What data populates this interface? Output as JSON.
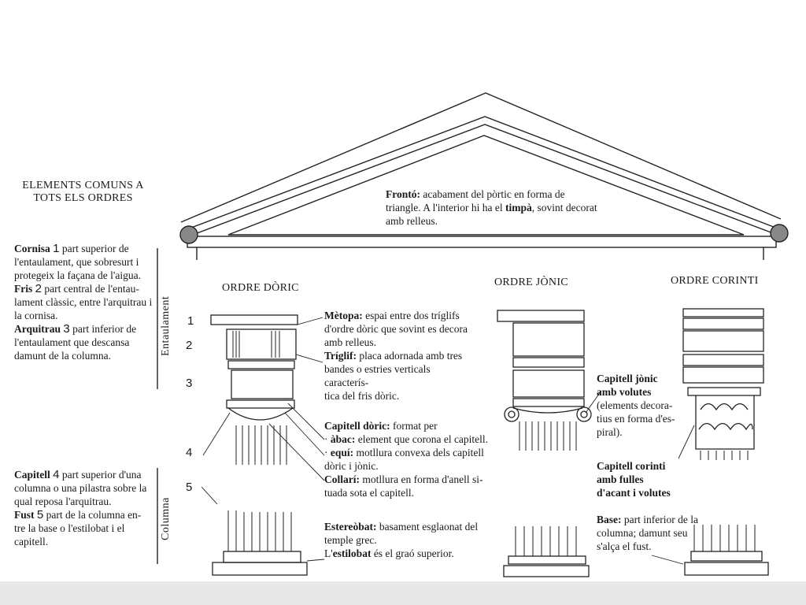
{
  "left": {
    "heading_line1": "ELEMENTS COMUNS A",
    "heading_line2": "TOTS ELS ORDRES",
    "cornisa": {
      "term": "Cornisa",
      "num": "1",
      "lines": [
        "part superior de",
        "l'entaulament, que sobresurt i",
        "protegeix la façana de l'aigua."
      ]
    },
    "fris": {
      "term": "Fris",
      "num": "2",
      "lines": [
        "part central de l'entau-",
        "lament clàssic, entre l'arquitrau i",
        "la cornisa."
      ]
    },
    "arquitrau": {
      "term": "Arquitrau",
      "num": "3",
      "lines": [
        "part inferior de",
        "l'entaulament que descansa",
        "damunt de la columna."
      ]
    },
    "capitell": {
      "term": "Capitell",
      "num": "4",
      "lines": [
        "part superior d'una",
        "columna o una pilastra sobre la",
        "qual reposa l'arquitrau."
      ]
    },
    "fust": {
      "term": "Fust",
      "num": "5",
      "lines": [
        "part de la columna en-",
        "tre la base o l'estilobat i el capitell."
      ]
    },
    "entaulament_label": "Entaulament",
    "columna_label": "Columna"
  },
  "numbers": [
    "1",
    "2",
    "3",
    "4",
    "5"
  ],
  "fronto": {
    "term": "Frontó:",
    "line1": "acabament del pòrtic en forma de",
    "line2_a": "triangle. A l'interior hi ha el ",
    "line2_b": "timpà",
    "line2_c": ", sovint decorat",
    "line3": "amb relleus."
  },
  "orders": {
    "doric": "ORDRE DÒRIC",
    "ionic": "ORDRE JÒNIC",
    "corinthian": "ORDRE CORINTI"
  },
  "metopa": {
    "term": "Mètopa:",
    "lines": [
      "espai entre dos tríglifs",
      "d'ordre dòric que sovint es decora",
      "amb relleus."
    ]
  },
  "triglif": {
    "term": "Tríglif:",
    "lines": [
      "placa adornada amb tres",
      "bandes o estries verticals caracterís-",
      "tica del fris dòric."
    ]
  },
  "capitell_doric": {
    "term": "Capitell dòric:",
    "rest": "format per",
    "abac_term": "àbac:",
    "abac_text": "element que corona el capitell.",
    "equi_term": "equí:",
    "equi_lines": [
      "motllura convexa dels capitell",
      "dòric i jònic."
    ]
  },
  "collari": {
    "term": "Collarí:",
    "lines": [
      "motllura en forma d'anell si-",
      "tuada sota el capitell."
    ]
  },
  "estereobat": {
    "term": "Estereòbat:",
    "lines": [
      "basament esglaonat del",
      "temple grec."
    ]
  },
  "estilobat": {
    "pre": "L'",
    "term": "estilobat",
    "rest": "és el graó superior."
  },
  "capitell_ionic": {
    "lines_bold": [
      "Capitell jònic",
      "amb volutes"
    ],
    "lines": [
      "(elements decora-",
      "tius en forma d'es-",
      "piral)."
    ]
  },
  "capitell_corinti": {
    "lines_bold": [
      "Capitell corinti",
      "amb fulles",
      "d'acant i volutes"
    ]
  },
  "base": {
    "term": "Base:",
    "lines": [
      "part inferior de la",
      "columna; damunt seu",
      "s'alça el fust."
    ]
  }
}
